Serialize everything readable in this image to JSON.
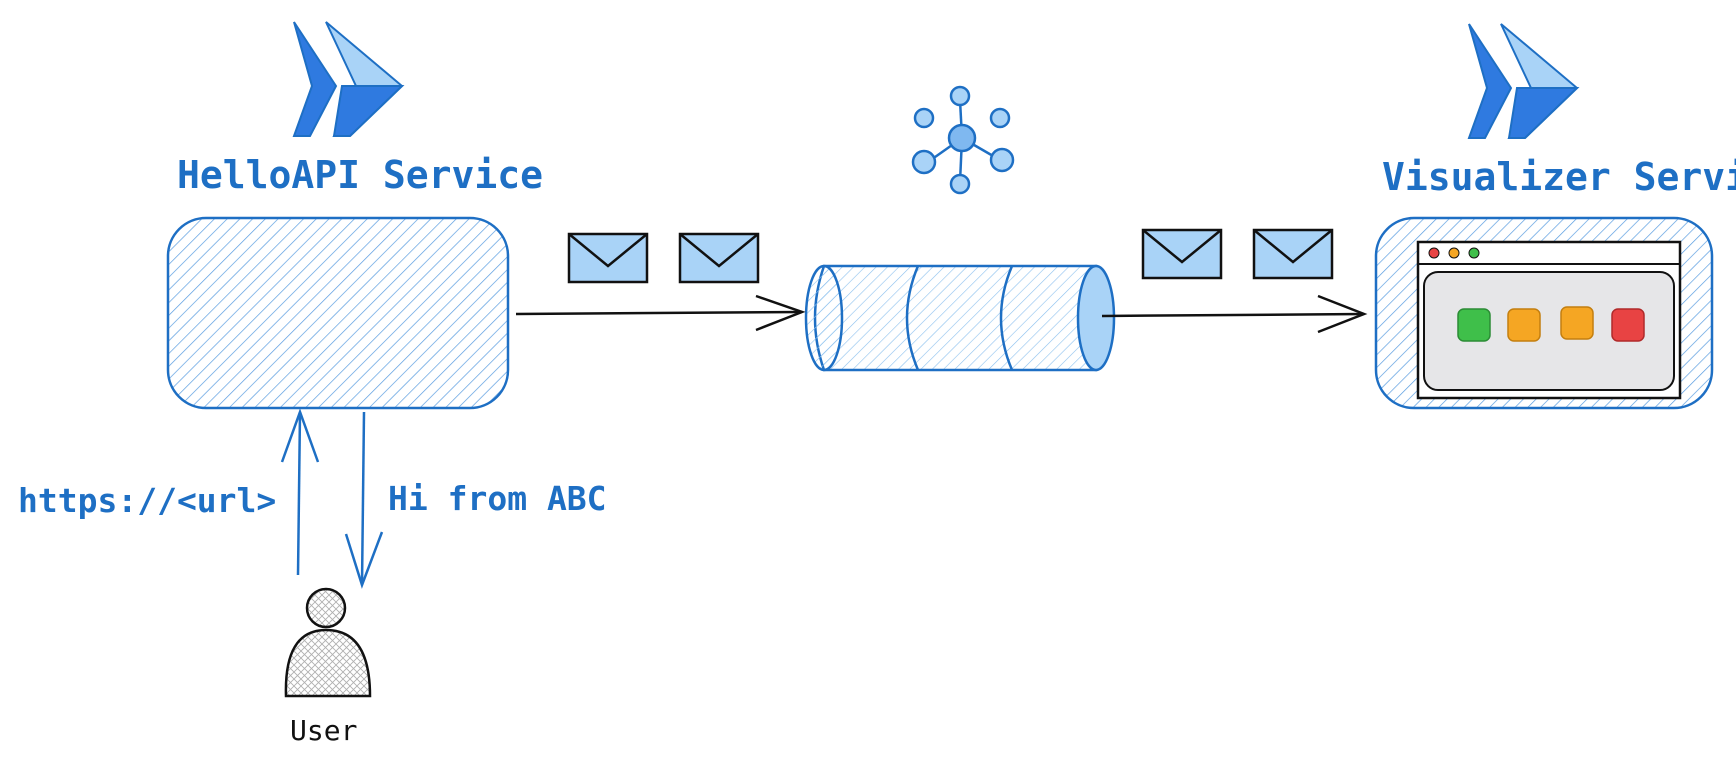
{
  "nodes": {
    "hello_api": {
      "title": "HelloAPI Service"
    },
    "visualizer": {
      "title": "Visualizer Service"
    },
    "user": {
      "label": "User"
    }
  },
  "edges": {
    "request_label": "https://<url>",
    "response_label": "Hi from ABC"
  },
  "icons": {
    "service_logo": "chevron-forward-icon",
    "broker_logo": "molecule-network-icon",
    "message": "envelope-icon",
    "queue": "cylinder-queue-icon",
    "user": "person-icon",
    "browser": "browser-window-icon"
  },
  "colors": {
    "accent_blue": "#1e6fc4",
    "light_blue": "#a9d3f7",
    "browser_buttons": [
      "#3fbf4a",
      "#f5a623",
      "#f5a623",
      "#e84343"
    ],
    "window_dots": [
      "#e84343",
      "#f5a623",
      "#3fbf4a"
    ]
  }
}
